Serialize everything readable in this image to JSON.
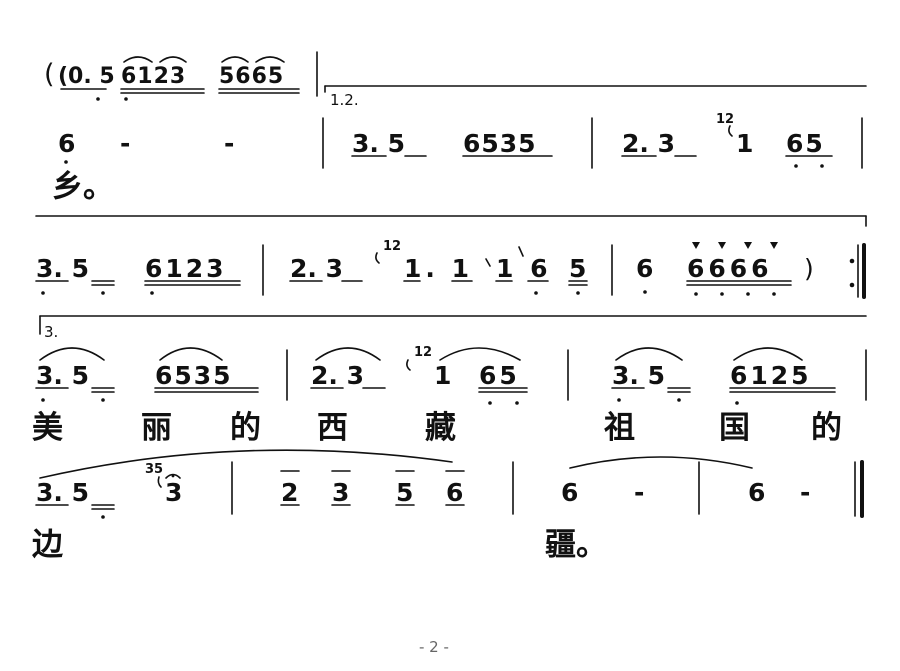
{
  "score": {
    "row1": {
      "intro": "(0. 5",
      "g1": "6123",
      "g2": "5665"
    },
    "volta_12": "1.2.",
    "row2": {
      "m1": [
        "6",
        "-",
        "-"
      ],
      "m2a": "3. 5",
      "m2b": "6535",
      "m3a": "2. 3",
      "m3grace": "12",
      "m3b": "1",
      "m3c": "65"
    },
    "row2_lyric": "乡。",
    "row3": {
      "m1a": "3. 5",
      "m1b": "6123",
      "m2a": "2. 3",
      "m2grace": "12",
      "m2b": "1. 1",
      "m2c": "1 6",
      "m2d": "5",
      "m3a": "6",
      "m3b": "6666",
      "m3close": ")"
    },
    "volta_3": "3.",
    "row4": {
      "m1a": "3. 5",
      "m1b": "6535",
      "m2a": "2. 3",
      "m2grace": "12",
      "m2b": "1",
      "m2c": "65",
      "m3a": "3. 5",
      "m3b": "6125"
    },
    "row4_lyrics": [
      "美",
      "丽",
      "的",
      "西",
      "藏",
      "祖",
      "国",
      "的"
    ],
    "row5": {
      "m1a": "3. 5",
      "m1grace": "35",
      "m1b": "3",
      "m2": [
        "2",
        "3",
        "5",
        "6"
      ],
      "m3a": "6",
      "m3b": "-",
      "m4a": "6",
      "m4b": "-"
    },
    "row5_lyrics": [
      "边",
      "疆。"
    ]
  },
  "page_number": "- 2 -"
}
